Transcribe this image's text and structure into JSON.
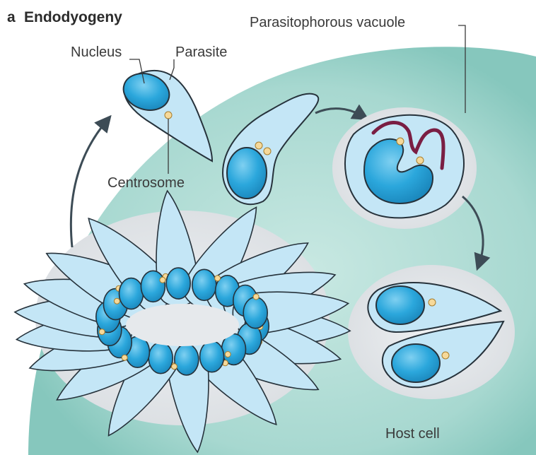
{
  "panel": {
    "letter": "a",
    "title": "Endodyogeny"
  },
  "labels": {
    "nucleus": "Nucleus",
    "parasite": "Parasite",
    "centrosome": "Centrosome",
    "parasitophorous_vacuole": "Parasitophorous vacuole",
    "host_cell": "Host cell"
  },
  "colors": {
    "host_cell": "#9fd3cc",
    "vacuole": "#e4e7ea",
    "parasite_fill": "#c4e6f6",
    "nucleus_fill": "#2aa6dc",
    "outline": "#26323b",
    "centrosome": "#f6d99a",
    "daughter_membrane": "#7a1e43",
    "arrow": "#3d4c56"
  }
}
